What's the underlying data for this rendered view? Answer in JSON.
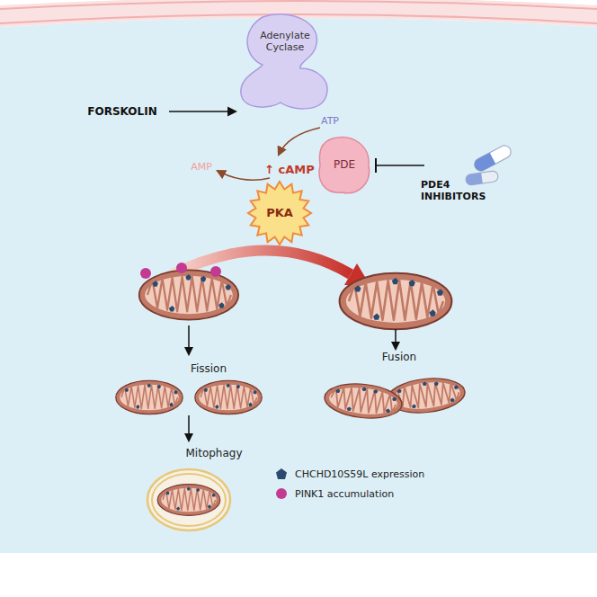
{
  "diagram": {
    "nodes": [
      {
        "text": [
          "Adenylate Cyclase"
        ]
      },
      {
        "text": [
          "PDE"
        ]
      },
      {
        "text": [
          "PKA"
        ]
      }
    ],
    "labels": [
      "FORSKOLIN",
      "ATP",
      "AMP",
      "↑ cAMP",
      "PDE4 INHIBITORS",
      "Fission",
      "Mitophagy",
      "Fusion"
    ],
    "legend": [
      {
        "text": "CHCHD10S59L expression",
        "color": "#2b4a6f"
      },
      {
        "text": "PINK1 accumulation",
        "color": "#c33a93"
      }
    ]
  }
}
